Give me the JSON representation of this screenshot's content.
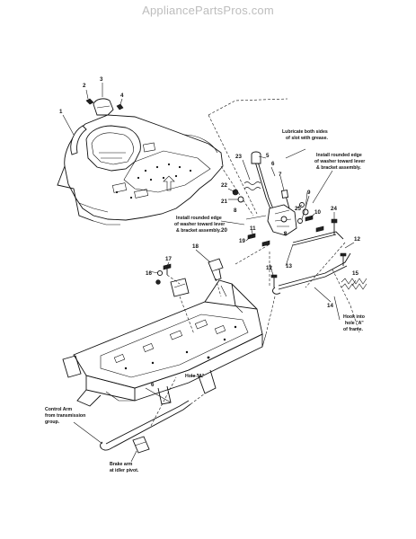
{
  "watermark": "AppliancePartsPros.com",
  "callouts": [
    "1",
    "2",
    "3",
    "4",
    "5",
    "6",
    "7",
    "8",
    "9",
    "10",
    "11",
    "12",
    "13",
    "14",
    "15",
    "16",
    "17",
    "18",
    "19",
    "20",
    "21",
    "22",
    "23",
    "24",
    "25",
    "6",
    "8",
    "12"
  ],
  "notes": {
    "lubricate": [
      "Lubricate both sides",
      "of slot with grease."
    ],
    "install_right": [
      "Install rounded edge",
      "of washer toward lever",
      "& bracket assembly."
    ],
    "install_left": [
      "Install rounded edge",
      "of washer toward lever",
      "& bracket assembly."
    ],
    "hook": [
      "Hook into",
      "hole \"A\"",
      "of frame."
    ],
    "hole_a": [
      "Hole \"A\""
    ],
    "control_arm": [
      "Control Arm",
      "from transmission",
      "group."
    ],
    "brake_arm": [
      "Brake arm",
      "at idler pivot."
    ]
  }
}
